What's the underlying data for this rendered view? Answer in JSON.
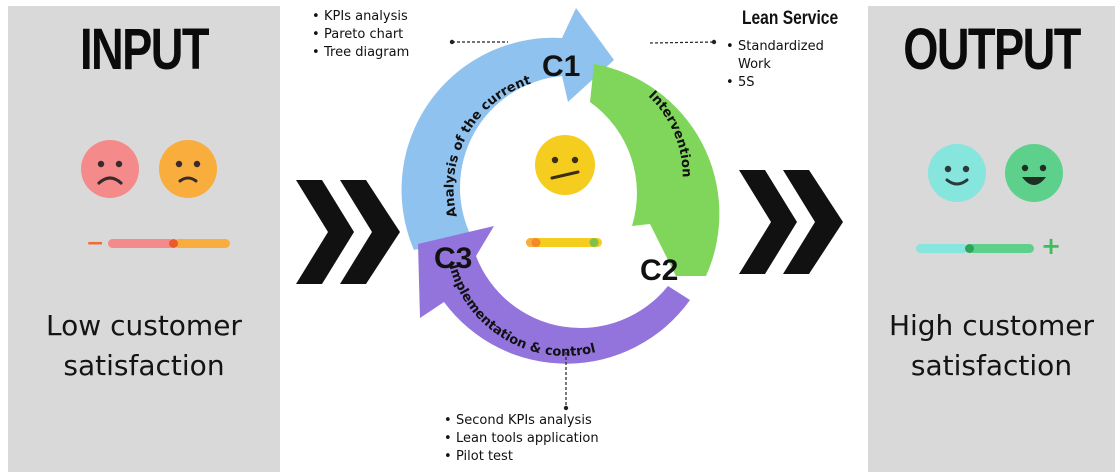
{
  "input": {
    "title": "INPUT",
    "caption_line1": "Low customer",
    "caption_line2": "satisfaction",
    "slider_minus": "−"
  },
  "output": {
    "title": "OUTPUT",
    "caption_line1": "High customer",
    "caption_line2": "satisfaction",
    "slider_plus": "+"
  },
  "cycle": {
    "c1": {
      "code": "C1",
      "label": "Analysis of the current"
    },
    "c2": {
      "code": "C2",
      "label": "Intervention"
    },
    "c3": {
      "code": "C3",
      "label": "Implementation & control"
    }
  },
  "notes": {
    "analysis": [
      "KPIs analysis",
      "Pareto chart",
      "Tree diagram"
    ],
    "lean_title": "Lean Service",
    "lean": [
      "Standardized",
      "Work",
      "5S"
    ],
    "implementation": [
      "Second KPIs analysis",
      "Lean tools application",
      "Pilot test"
    ]
  },
  "colors": {
    "panel_bg": "#d9d9d9",
    "c1_blue": "#8fc2ee",
    "c2_green": "#7fd65a",
    "c3_purple": "#9373dc",
    "sad_red": "#f48a8a",
    "sad_orange": "#f8ad3c",
    "neutral_yellow": "#f5cd1e",
    "happy_cyan": "#86e5dc",
    "happy_green": "#5dd08c",
    "chevron_black": "#111111"
  },
  "icons": [
    "sad-face-red-icon",
    "sad-face-orange-icon",
    "neutral-face-icon",
    "smile-face-cyan-icon",
    "grin-face-green-icon",
    "double-chevron-right-icon"
  ]
}
